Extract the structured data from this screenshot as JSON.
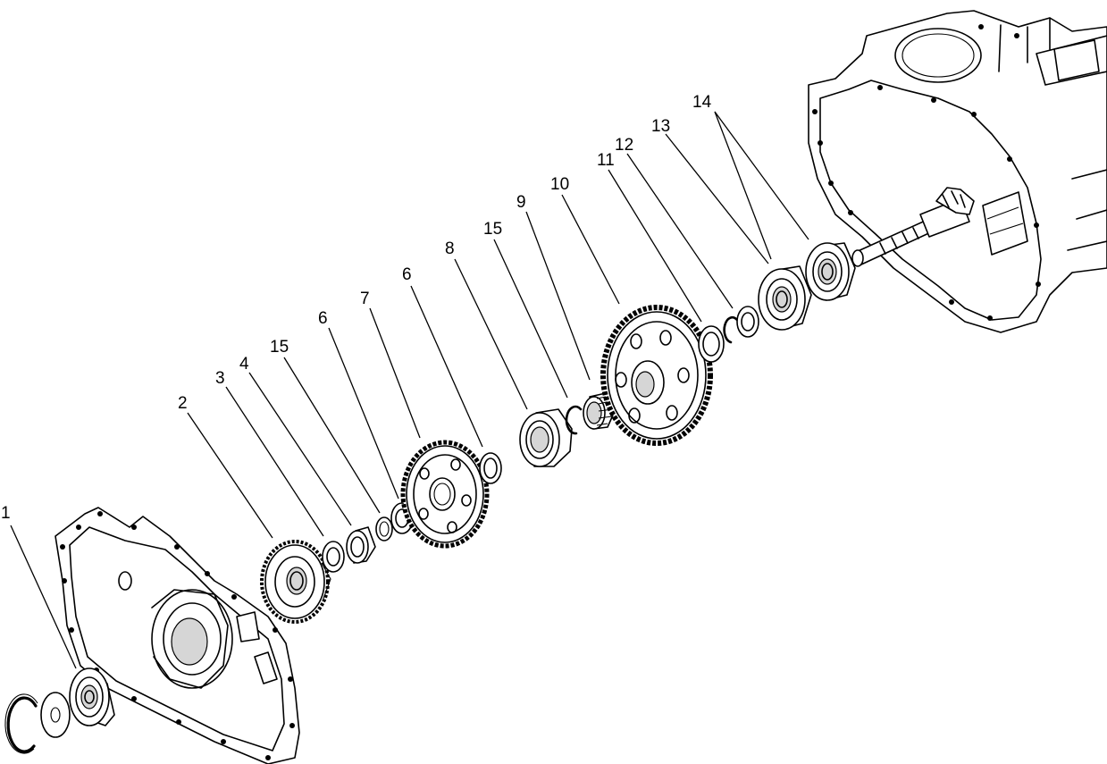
{
  "callouts": {
    "c1": "1",
    "c2": "2",
    "c3": "3",
    "c4": "4",
    "c15a": "15",
    "c6a": "6",
    "c7": "7",
    "c6b": "6",
    "c8": "8",
    "c15b": "15",
    "c9": "9",
    "c10": "10",
    "c11": "11",
    "c12": "12",
    "c13": "13",
    "c14": "14"
  }
}
